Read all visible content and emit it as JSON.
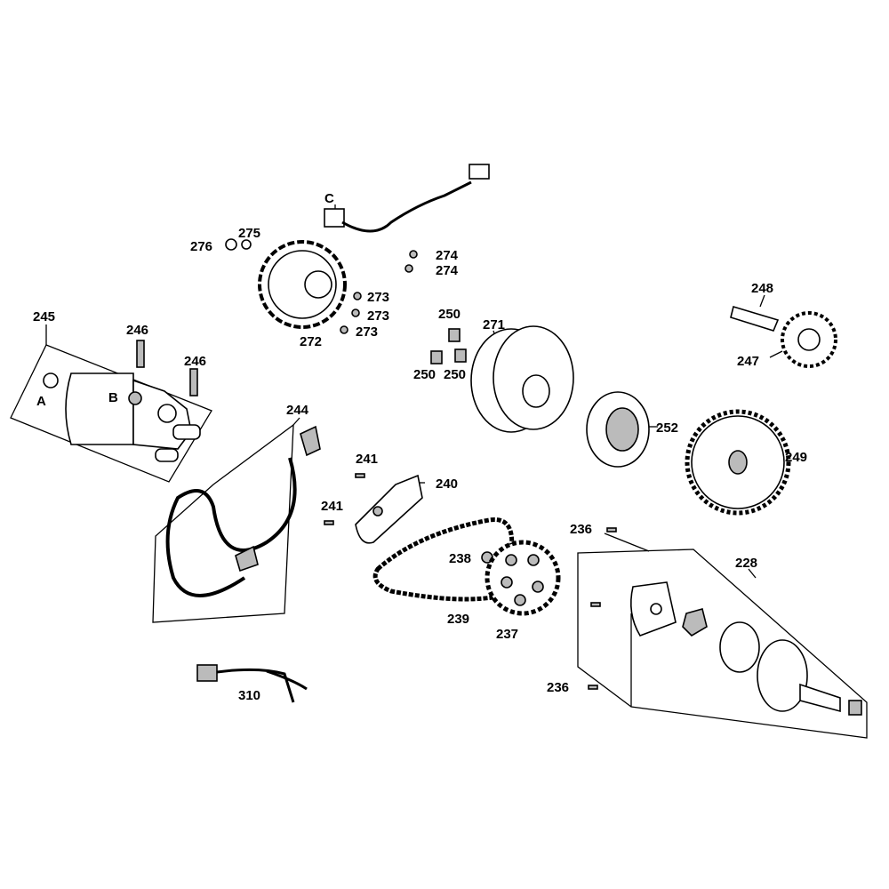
{
  "labels": [
    "C",
    "276",
    "275",
    "274",
    "274",
    "273",
    "273",
    "273",
    "272",
    "250",
    "250",
    "250",
    "271",
    "248",
    "247",
    "245",
    "246",
    "246",
    "A",
    "B",
    "244",
    "252",
    "249",
    "241",
    "241",
    "240",
    "236",
    "236",
    "228",
    "238",
    "239",
    "237",
    "310"
  ]
}
